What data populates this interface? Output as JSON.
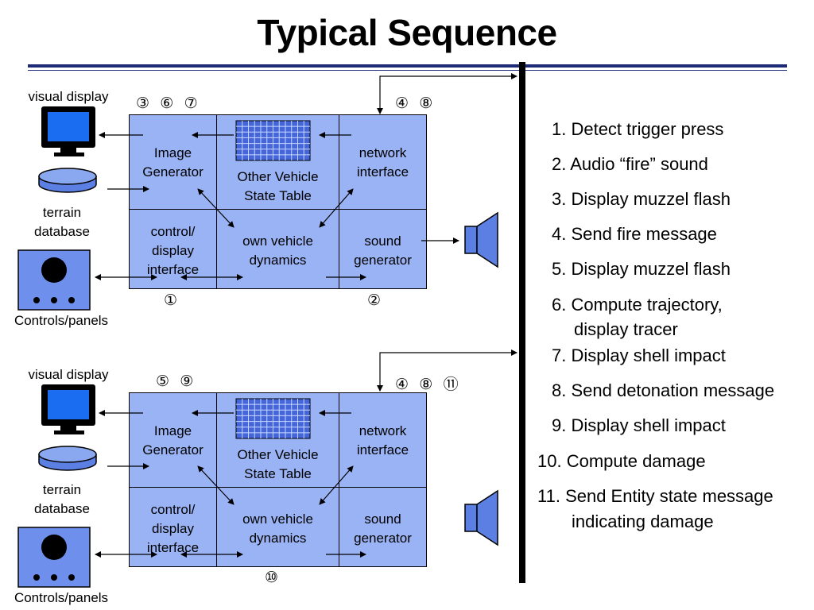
{
  "title": "Typical Sequence",
  "panels": [
    {
      "visual_display": "visual display",
      "terrain_database": [
        "terrain",
        "database"
      ],
      "controls_panels": "Controls/panels",
      "cells": {
        "image_generator": [
          "Image",
          "Generator"
        ],
        "other_vehicle_state_table": [
          "Other Vehicle",
          "State Table"
        ],
        "network_interface": [
          "network",
          "interface"
        ],
        "control_display_interface": [
          "control/",
          "display",
          "interface"
        ],
        "own_vehicle_dynamics": [
          "own vehicle",
          "dynamics"
        ],
        "sound_generator": [
          "sound",
          "generator"
        ]
      },
      "markers": {
        "image_generator": "③ ⑥ ⑦",
        "network_interface": "④ ⑧",
        "control_display_interface": "①",
        "sound_generator": "②"
      }
    },
    {
      "visual_display": "visual display",
      "terrain_database": [
        "terrain",
        "database"
      ],
      "controls_panels": "Controls/panels",
      "cells": {
        "image_generator": [
          "Image",
          "Generator"
        ],
        "other_vehicle_state_table": [
          "Other Vehicle",
          "State Table"
        ],
        "network_interface": [
          "network",
          "interface"
        ],
        "control_display_interface": [
          "control/",
          "display",
          "interface"
        ],
        "own_vehicle_dynamics": [
          "own vehicle",
          "dynamics"
        ],
        "sound_generator": [
          "sound",
          "generator"
        ]
      },
      "markers": {
        "image_generator": "⑤ ⑨",
        "network_interface": "④ ⑧ ⑪",
        "own_vehicle_dynamics": "⑩"
      }
    }
  ],
  "steps": [
    "1. Detect trigger press",
    "2. Audio “fire” sound",
    "3. Display muzzel flash",
    "4. Send fire message",
    "5. Display muzzel flash",
    "6. Compute trajectory,",
    "display tracer",
    "7. Display shell impact",
    "8. Send detonation message",
    "9. Display shell impact",
    "10. Compute damage",
    "11. Send Entity state message",
    "indicating damage"
  ],
  "colors": {
    "cell_fill": "#9ab3f5",
    "title_rule": "#1c2a78",
    "icon_blue": "#5b7fe3",
    "screen_blue": "#1a6cf0"
  }
}
